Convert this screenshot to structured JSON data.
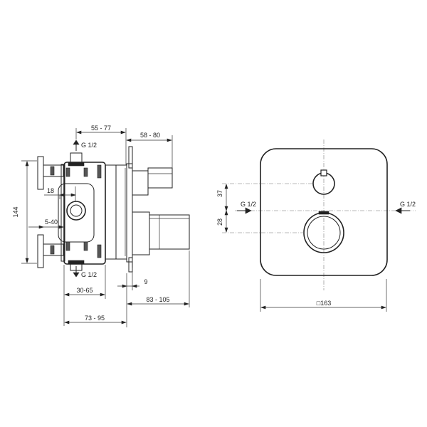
{
  "drawing": {
    "side_view": {
      "connection_top": "G 1/2",
      "connection_bottom": "G 1/2",
      "dim_55_77": "55 - 77",
      "dim_58_80": "58 - 80",
      "dim_144": "144",
      "dim_18": "18",
      "dim_5_40": "5-40",
      "dim_9": "9",
      "dim_30_65": "30-65",
      "dim_83_105": "83 - 105",
      "dim_73_95": "73 - 95"
    },
    "front_view": {
      "connection_left": "G 1/2",
      "connection_right": "G 1/2",
      "dim_37": "37",
      "dim_28": "28",
      "dim_163": "□163"
    }
  }
}
